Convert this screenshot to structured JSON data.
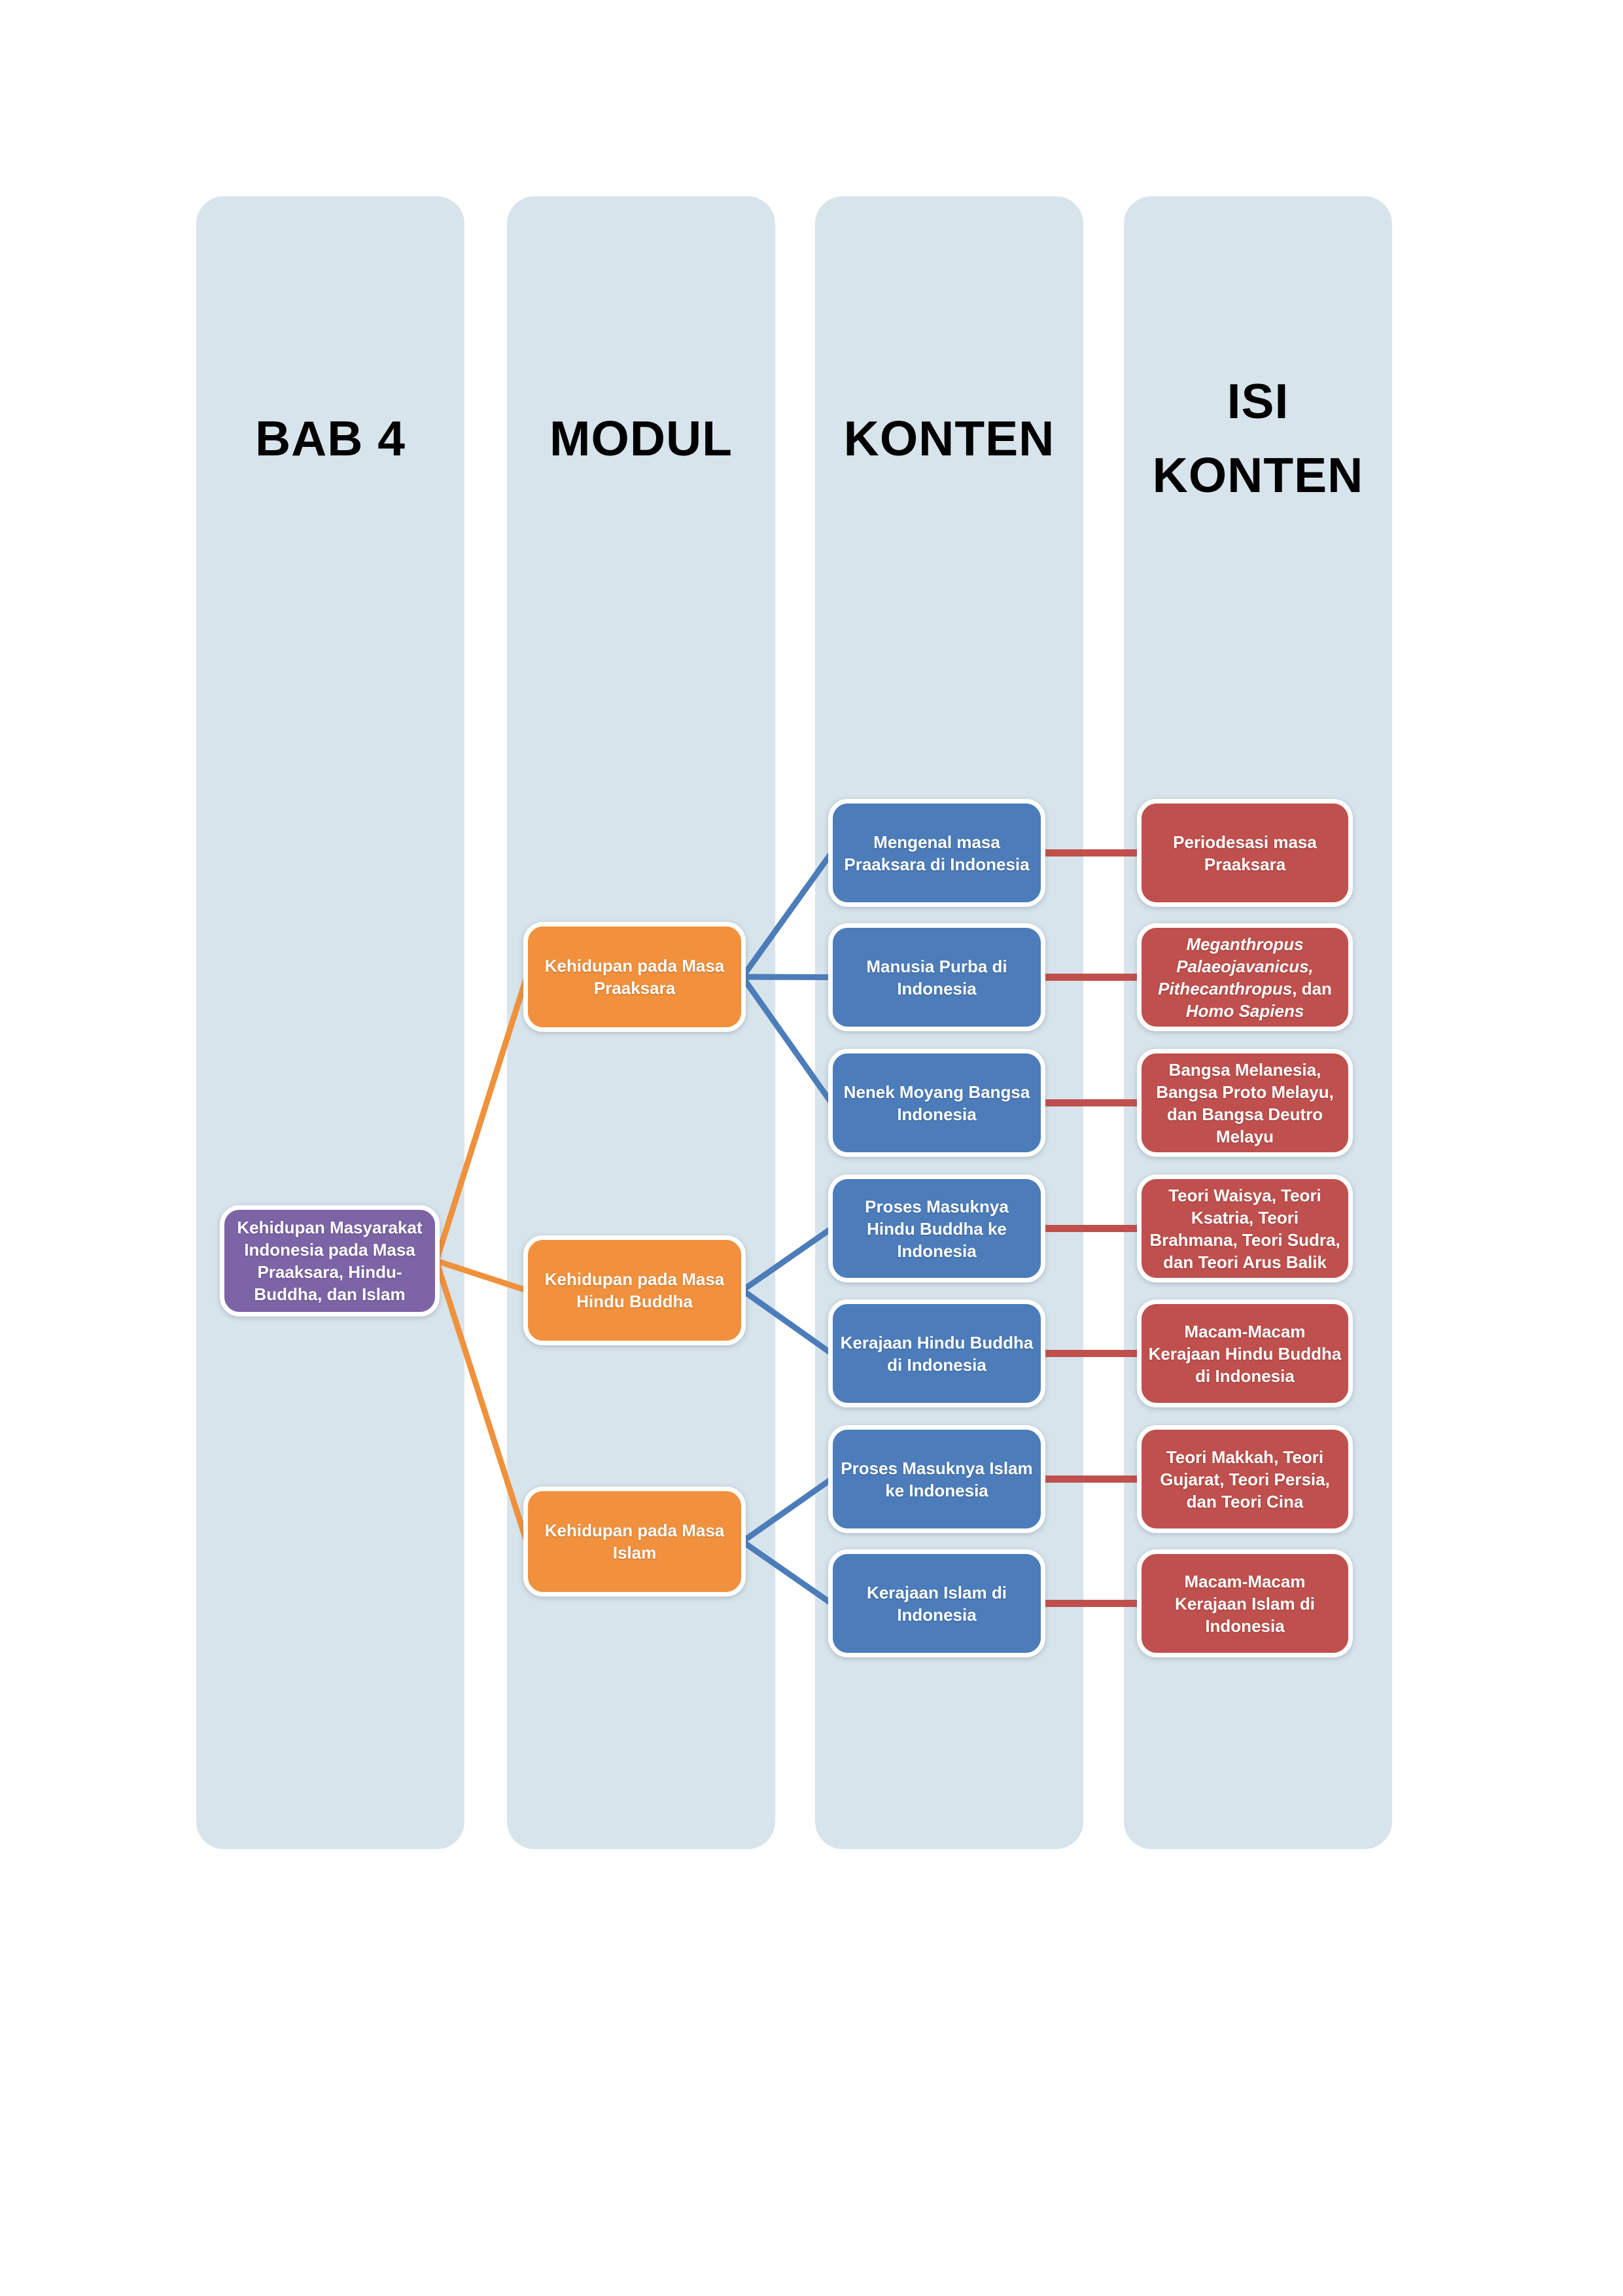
{
  "columns": [
    {
      "id": "bab4",
      "header_lines": [
        "BAB 4"
      ]
    },
    {
      "id": "modul",
      "header_lines": [
        "MODUL"
      ]
    },
    {
      "id": "konten",
      "header_lines": [
        "KONTEN"
      ]
    },
    {
      "id": "isi",
      "header_lines": [
        "ISI",
        "KONTEN"
      ]
    }
  ],
  "nodes": {
    "bab4": [
      {
        "label": "Kehidupan Masyarakat Indonesia pada Masa Praaksara, Hindu-Buddha, dan Islam"
      }
    ],
    "modul": [
      {
        "label": "Kehidupan pada Masa Praaksara"
      },
      {
        "label": "Kehidupan pada Masa Hindu Buddha"
      },
      {
        "label": "Kehidupan pada Masa Islam"
      }
    ],
    "konten": [
      {
        "label": "Mengenal masa Praaksara di Indonesia"
      },
      {
        "label": "Manusia Purba di Indonesia"
      },
      {
        "label": "Nenek Moyang Bangsa Indonesia"
      },
      {
        "label": "Proses Masuknya Hindu Buddha ke Indonesia"
      },
      {
        "label": "Kerajaan Hindu Buddha di Indonesia"
      },
      {
        "label": "Proses Masuknya Islam ke Indonesia"
      },
      {
        "label": "Kerajaan Islam di Indonesia"
      }
    ],
    "isi": [
      {
        "label": "Periodesasi masa Praaksara"
      },
      {
        "segments": [
          {
            "text": "Meganthropus Palaeojavanicus, Pithecanthropus",
            "italic": true
          },
          {
            "text": ", dan ",
            "italic": false
          },
          {
            "text": "Homo Sapiens",
            "italic": true
          }
        ]
      },
      {
        "label": "Bangsa Melanesia, Bangsa Proto Melayu, dan Bangsa Deutro Melayu"
      },
      {
        "label": "Teori Waisya, Teori Ksatria, Teori Brahmana, Teori Sudra, dan Teori Arus Balik"
      },
      {
        "label": "Macam-Macam Kerajaan Hindu Buddha di Indonesia"
      },
      {
        "label": "Teori Makkah, Teori Gujarat, Teori Persia, dan Teori Cina"
      },
      {
        "label": "Macam-Macam Kerajaan Islam di Indonesia"
      }
    ]
  },
  "edges": [
    {
      "from": "bab4-0",
      "to": "modul-0",
      "color": "orange"
    },
    {
      "from": "bab4-0",
      "to": "modul-1",
      "color": "orange"
    },
    {
      "from": "bab4-0",
      "to": "modul-2",
      "color": "orange"
    },
    {
      "from": "modul-0",
      "to": "konten-0",
      "color": "blue"
    },
    {
      "from": "modul-0",
      "to": "konten-1",
      "color": "blue"
    },
    {
      "from": "modul-0",
      "to": "konten-2",
      "color": "blue"
    },
    {
      "from": "modul-1",
      "to": "konten-3",
      "color": "blue"
    },
    {
      "from": "modul-1",
      "to": "konten-4",
      "color": "blue"
    },
    {
      "from": "modul-2",
      "to": "konten-5",
      "color": "blue"
    },
    {
      "from": "modul-2",
      "to": "konten-6",
      "color": "blue"
    },
    {
      "from": "konten-0",
      "to": "isi-0",
      "color": "red"
    },
    {
      "from": "konten-1",
      "to": "isi-1",
      "color": "red"
    },
    {
      "from": "konten-2",
      "to": "isi-2",
      "color": "red"
    },
    {
      "from": "konten-3",
      "to": "isi-3",
      "color": "red"
    },
    {
      "from": "konten-4",
      "to": "isi-4",
      "color": "red"
    },
    {
      "from": "konten-5",
      "to": "isi-5",
      "color": "red"
    },
    {
      "from": "konten-6",
      "to": "isi-6",
      "color": "red"
    }
  ],
  "colors": {
    "column_bg": "#D8E4EB",
    "purple": "#7D64A6",
    "orange": "#F2913D",
    "blue": "#4C7DBA",
    "red": "#C0504D",
    "edge_orange": "#F0913C",
    "edge_blue": "#4C7DBA",
    "edge_red": "#C0504D",
    "node_text": "#FFFFFF",
    "header_text": "#000000"
  }
}
